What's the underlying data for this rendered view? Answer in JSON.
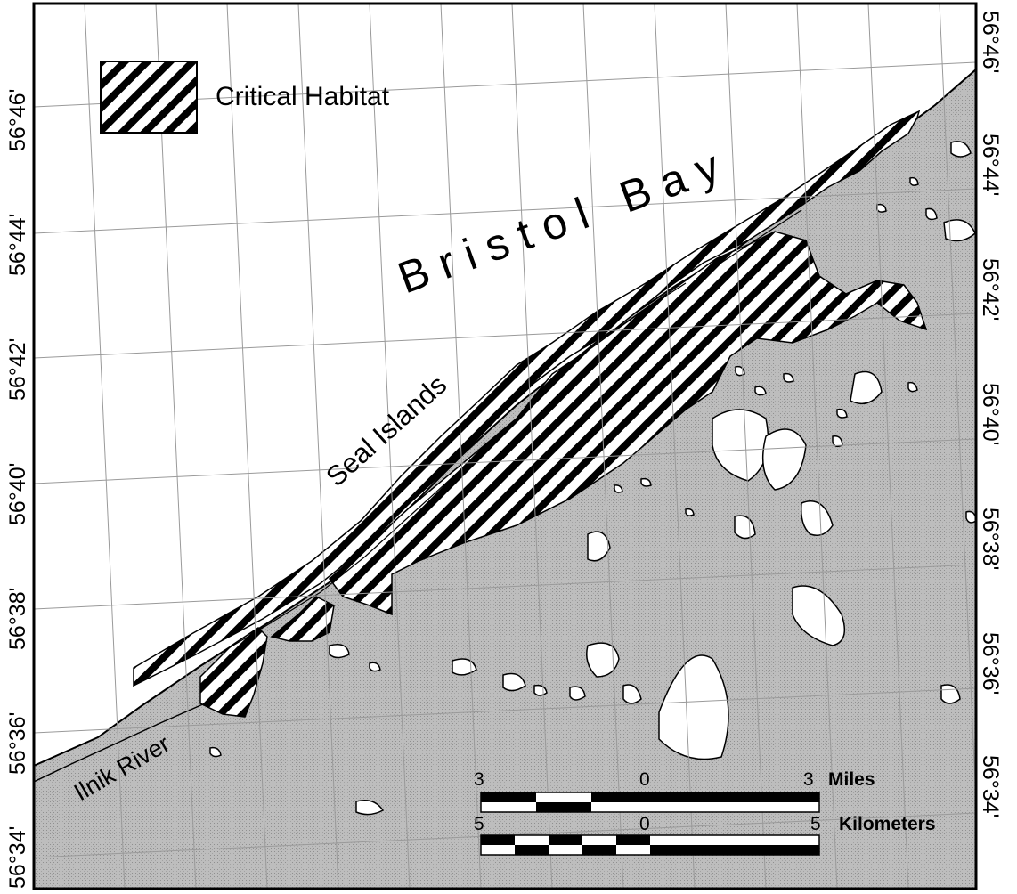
{
  "map": {
    "title_label": "Bristol Bay",
    "place_labels": {
      "seal_islands": "Seal Islands",
      "ilnik_river": "Ilnik River"
    },
    "legend": {
      "critical_habitat": "Critical Habitat"
    },
    "latitude_labels_left": [
      "56°46'",
      "56°44'",
      "56°42'",
      "56°40'",
      "56°38'",
      "56°36'",
      "56°34'"
    ],
    "latitude_labels_right": [
      "56°46'",
      "56°44'",
      "56°42'",
      "56°40'",
      "56°38'",
      "56°36'",
      "56°34'"
    ],
    "scale_bars": {
      "miles": {
        "left": "3",
        "center": "0",
        "right": "3",
        "unit": "Miles"
      },
      "kilometers": {
        "left": "5",
        "center": "0",
        "right": "5",
        "unit": "Kilometers"
      }
    },
    "colors": {
      "land": "#b9b9b9",
      "water": "#ffffff",
      "grid": "#9a9a9a",
      "ink": "#000000"
    }
  }
}
